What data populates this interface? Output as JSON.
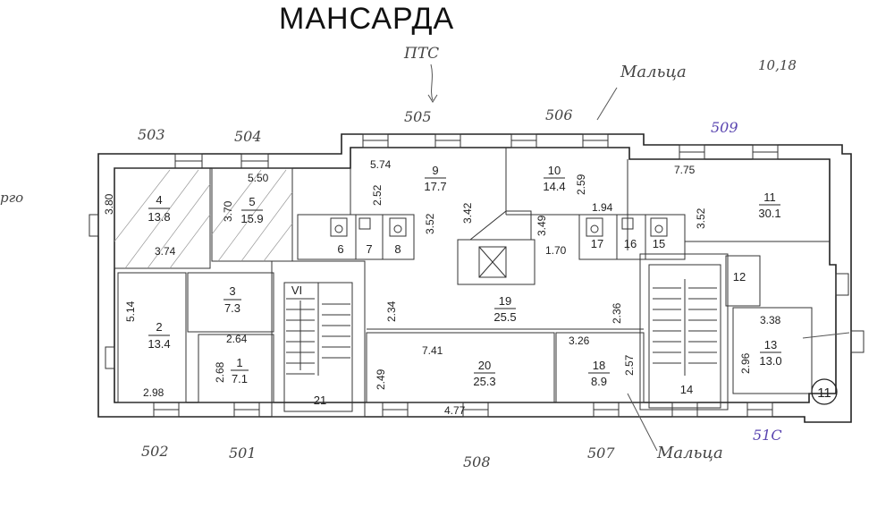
{
  "title": "МАНСАРДА",
  "annotations": {
    "pts": "ПТС",
    "maltsa_top": "Мальца",
    "maltsa_top_num": "10,18",
    "maltsa_bottom": "Мальца",
    "left_fragment": "рго",
    "circle_mark": "11"
  },
  "window_numbers": {
    "n503": "503",
    "n504": "504",
    "n505": "505",
    "n506": "506",
    "n509": "509",
    "n502": "502",
    "n501": "501",
    "n508": "508",
    "n507": "507",
    "n510": "51С"
  },
  "rooms": {
    "r1": {
      "num": "1",
      "area": "7.1"
    },
    "r2": {
      "num": "2",
      "area": "13.4"
    },
    "r3": {
      "num": "3",
      "area": "7.3"
    },
    "r4": {
      "num": "4",
      "area": "13.8"
    },
    "r5": {
      "num": "5",
      "area": "15.9"
    },
    "r6": {
      "num": "6"
    },
    "r7": {
      "num": "7"
    },
    "r8": {
      "num": "8"
    },
    "r9": {
      "num": "9",
      "area": "17.7"
    },
    "r10": {
      "num": "10",
      "area": "14.4"
    },
    "r11": {
      "num": "11",
      "area": "30.1"
    },
    "r12": {
      "num": "12"
    },
    "r13": {
      "num": "13",
      "area": "13.0"
    },
    "r14": {
      "num": "14"
    },
    "r15": {
      "num": "15"
    },
    "r16": {
      "num": "16"
    },
    "r17": {
      "num": "17"
    },
    "r18": {
      "num": "18",
      "area": "8.9"
    },
    "r19": {
      "num": "19",
      "area": "25.5"
    },
    "r20": {
      "num": "20",
      "area": "25.3"
    },
    "r21": {
      "num": "21"
    },
    "stair_vi": "VI"
  },
  "dimensions": {
    "d380": "3.80",
    "d374": "3.74",
    "d370": "3.70",
    "d550": "5.50",
    "d574": "5.74",
    "d252": "2.52",
    "d352a": "3.52",
    "d342": "3.42",
    "d259": "2.59",
    "d349": "3.49",
    "d194": "1.94",
    "d170": "1.70",
    "d775": "7.75",
    "d352b": "3.52",
    "d514": "5.14",
    "d264": "2.64",
    "d268": "2.68",
    "d298": "2.98",
    "d234": "2.34",
    "d741": "7.41",
    "d249": "2.49",
    "d477": "4.77",
    "d326": "3.26",
    "d257": "2.57",
    "d236": "2.36",
    "d338": "3.38",
    "d296": "2.96"
  }
}
